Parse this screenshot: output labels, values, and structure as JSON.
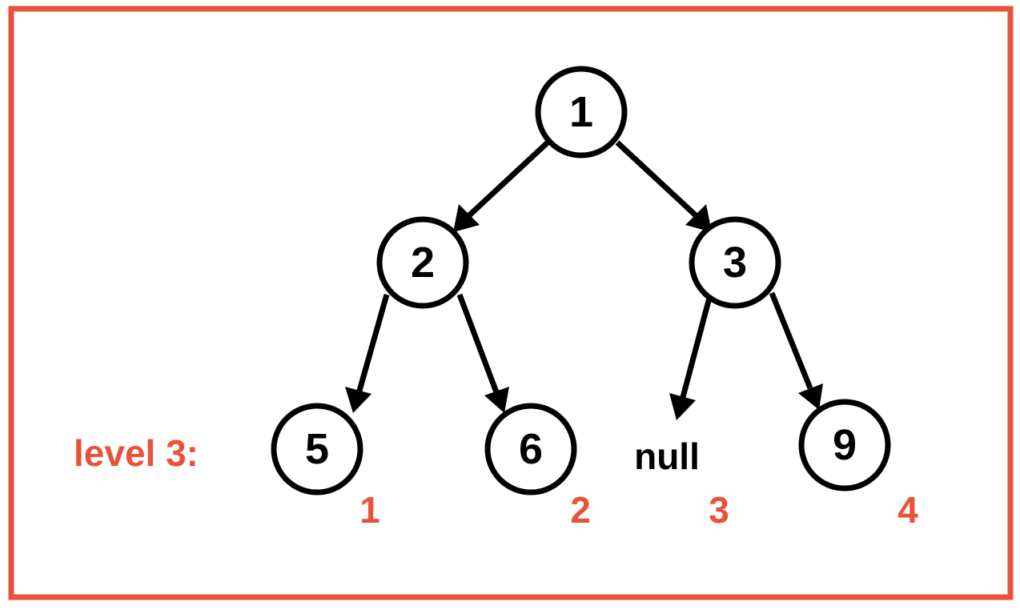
{
  "accent_color": "#e8523a",
  "level_label": "level 3:",
  "nodes": {
    "root": "1",
    "left": "2",
    "right": "3",
    "left_left": "5",
    "left_right": "6",
    "right_left": "null",
    "right_right": "9"
  },
  "indices": [
    "1",
    "2",
    "3",
    "4"
  ]
}
